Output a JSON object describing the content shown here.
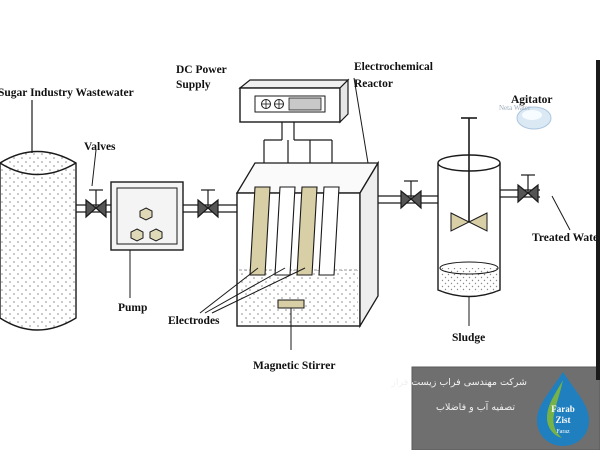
{
  "diagram": {
    "labels": {
      "wastewater": "Sugar Industry Wastewater",
      "valves": "Valves",
      "pump": "Pump",
      "dc_power_line1": "DC Power",
      "dc_power_line2": "Supply",
      "reactor_line1": "Electrochemical",
      "reactor_line2": "Reactor",
      "agitator": "Agitator",
      "electrodes": "Electrodes",
      "magnetic_stirrer": "Magnetic Stirrer",
      "sludge": "Sludge",
      "treated_water": "Treated Water"
    },
    "colors": {
      "line": "#1a1a1a",
      "electrode_tan": "#d8cfa6",
      "liquid_dots": "#9a9a9a"
    }
  },
  "banner": {
    "line1": "شرکت مهندسی فراب زیست فراز",
    "line2": "تصفیه آب و فاضلاب",
    "logo_line1": "Farab",
    "logo_line2": "Zist",
    "logo_line3": "Faraz",
    "colors": {
      "background": "#6f6f6f",
      "text": "#f2f2f2",
      "logo_blue": "#1f7fbf",
      "logo_green": "#7fb83a"
    }
  },
  "watermark": {
    "logo_text": "Neta Water"
  }
}
